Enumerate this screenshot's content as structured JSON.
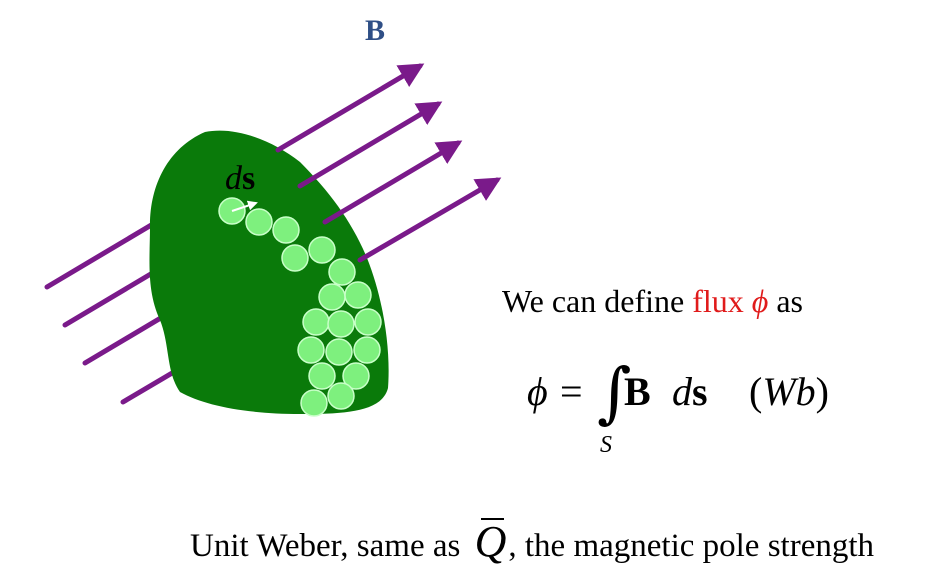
{
  "field_label": "B",
  "element_label": {
    "d": "d",
    "s": "s"
  },
  "definition": {
    "prefix": "We can define ",
    "term": "flux",
    "symbol": "ϕ",
    "suffix": "as"
  },
  "equation": {
    "lhs": "ϕ",
    "equals": "=",
    "integral": "∫",
    "subscript": "S",
    "field": "B",
    "d": "d",
    "s": "s",
    "unit_open": "(",
    "unit": "Wb",
    "unit_close": ")"
  },
  "unit_note": {
    "before": "Unit Weber, same as ",
    "symbol": "Q",
    "after": ", the magnetic pole strength"
  },
  "colors": {
    "surface": "#0a7a0a",
    "circle_fill": "#7ef07e",
    "flux_lines": "#7a1a8a",
    "field_label": "#2f4f86",
    "flux_term": "#e01b1b"
  }
}
